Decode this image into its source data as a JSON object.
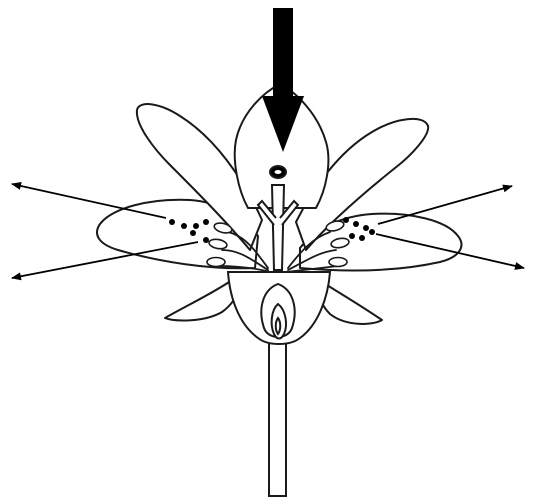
{
  "diagram": {
    "subject": "flower-pollination",
    "background_color": "#ffffff",
    "line_color": "#1a1a1a",
    "arrow_color": "#000000",
    "inbound_arrows": 1,
    "outbound_arrows": 4
  }
}
